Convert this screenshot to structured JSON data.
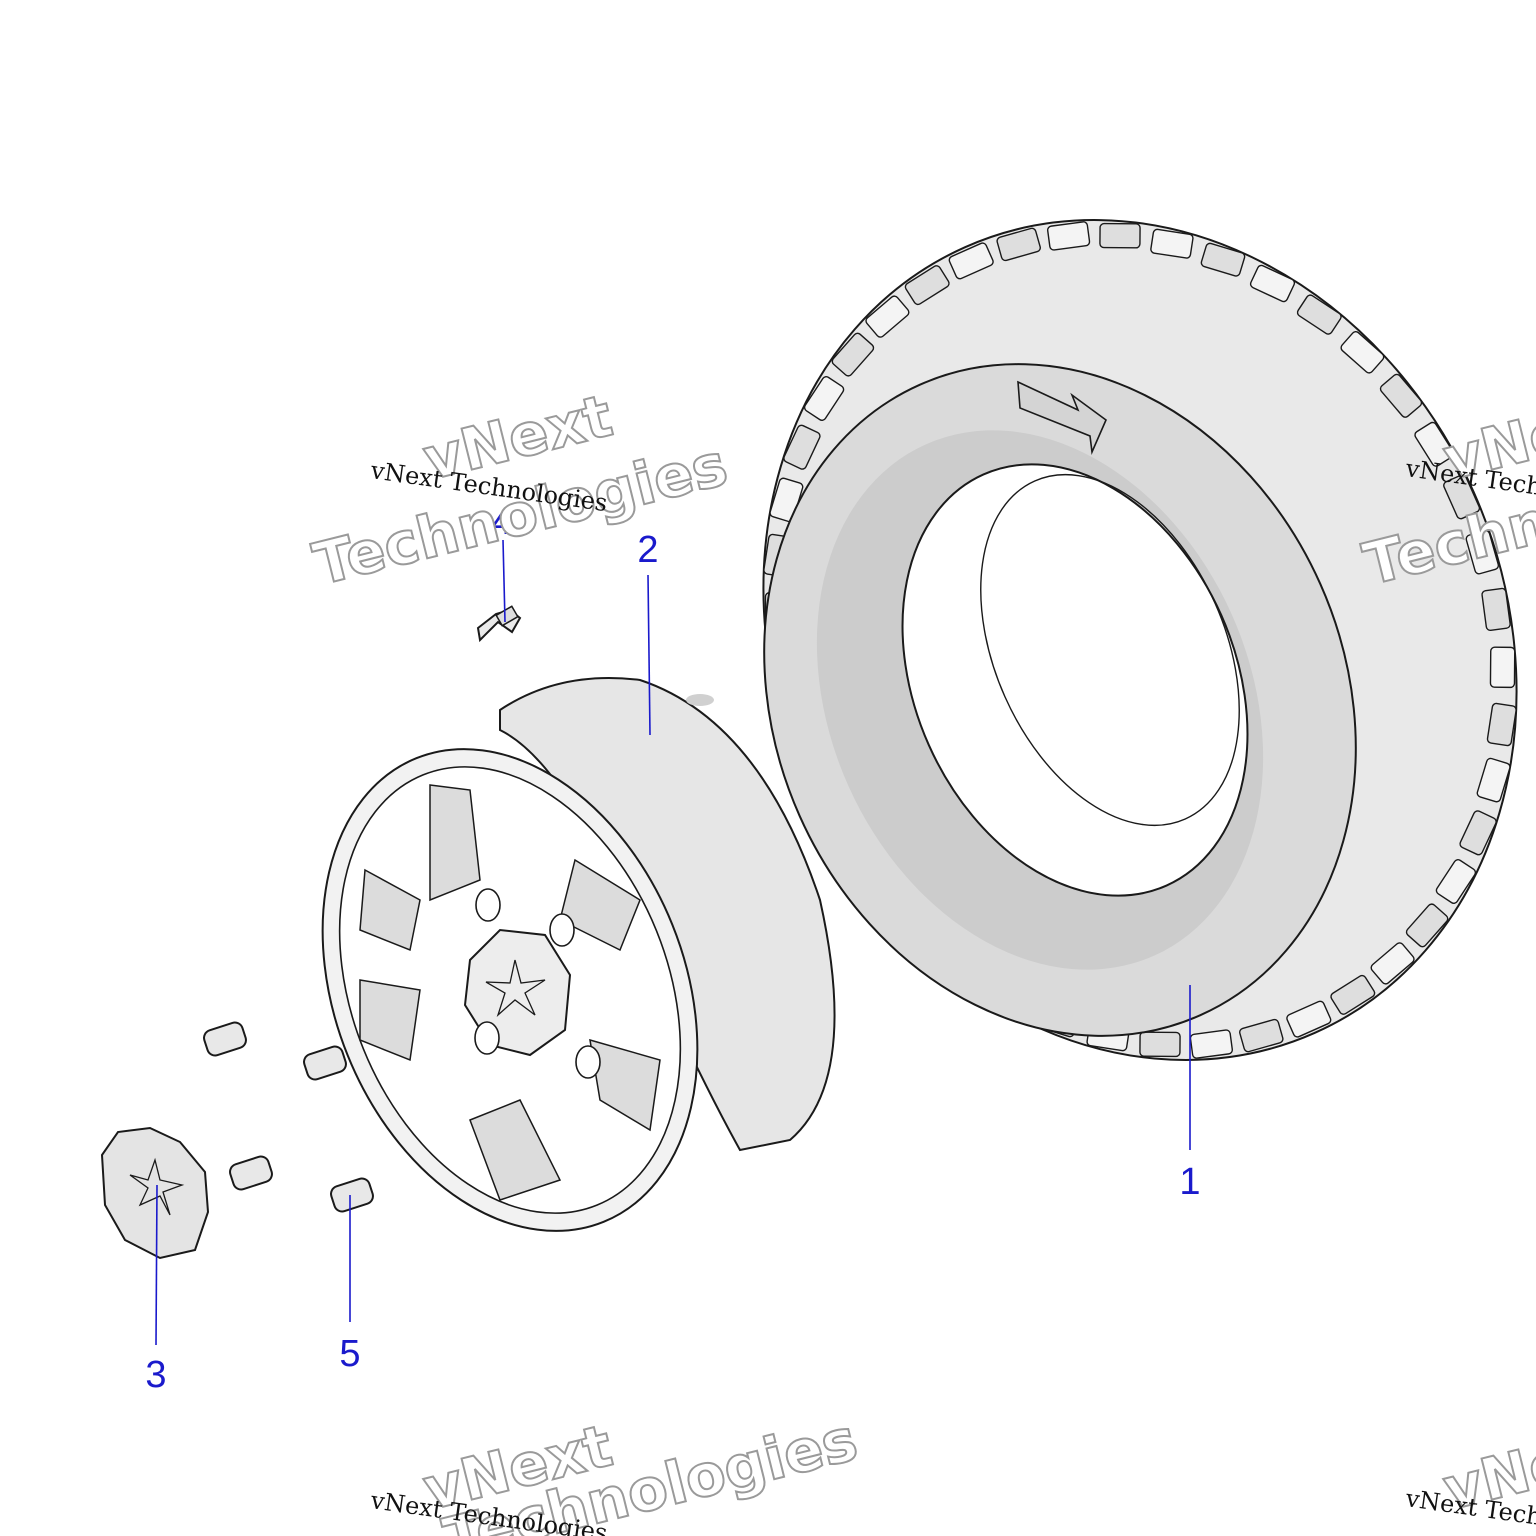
{
  "watermark": {
    "caption": "vNext Technologies",
    "big_line1": "vNext",
    "big_line2": "Technologies"
  },
  "callouts": {
    "tire": "1",
    "wheel": "2",
    "hub_cap": "3",
    "valve_stem": "4",
    "lug_nut": "5"
  },
  "colors": {
    "callout": "#1a1acc",
    "part_fill": "#efefef",
    "part_shade": "#cfcfcf",
    "outline": "#1a1a1a"
  }
}
